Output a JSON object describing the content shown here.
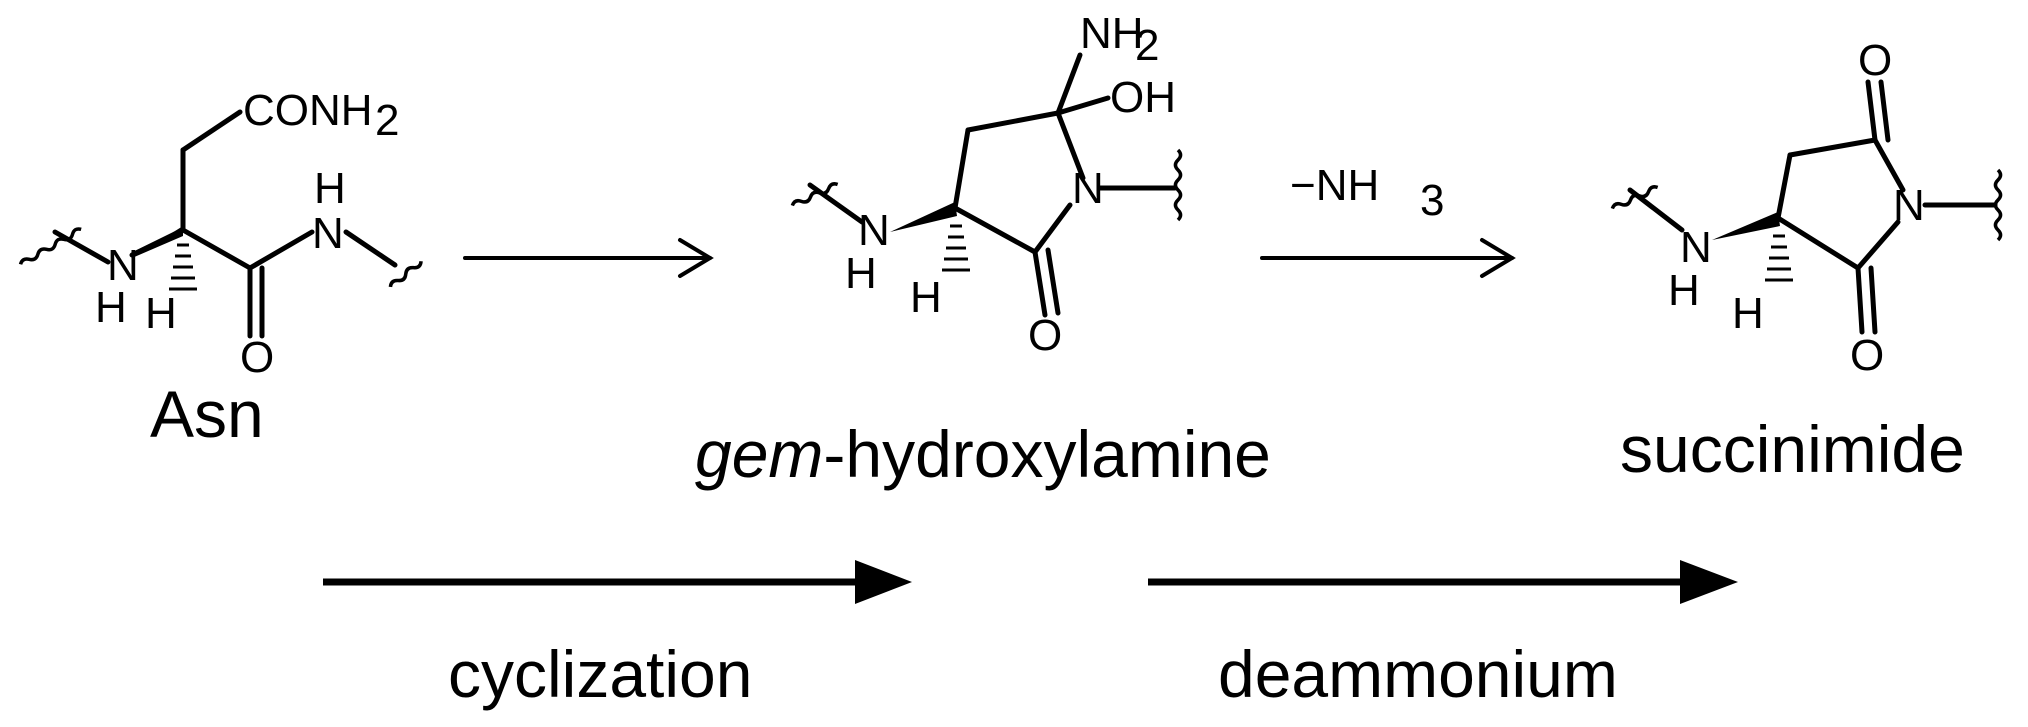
{
  "molecules": {
    "asn": {
      "name": "Asn",
      "labels": {
        "conh2": "CONH",
        "conh2_sub": "2",
        "nh_left_n": "N",
        "nh_left_h": "H",
        "alpha_h": "H",
        "nh_right_h": "H",
        "nh_right_n": "N",
        "carbonyl_o": "O"
      }
    },
    "gem": {
      "name_italic": "gem",
      "name_rest": "-hydroxylamine",
      "labels": {
        "nh2": "NH",
        "nh2_sub": "2",
        "oh": "OH",
        "ring_n": "N",
        "nh_n": "N",
        "nh_h": "H",
        "alpha_h": "H",
        "carbonyl_o": "O"
      }
    },
    "succinimide": {
      "name": "succinimide",
      "labels": {
        "top_o": "O",
        "ring_n": "N",
        "nh_n": "N",
        "nh_h": "H",
        "alpha_h": "H",
        "bottom_o": "O"
      }
    }
  },
  "reaction_arrows": {
    "step2_label": "−NH",
    "step2_label_sub": "3"
  },
  "process_steps": [
    {
      "label": "cyclization"
    },
    {
      "label": "deammonium"
    }
  ]
}
